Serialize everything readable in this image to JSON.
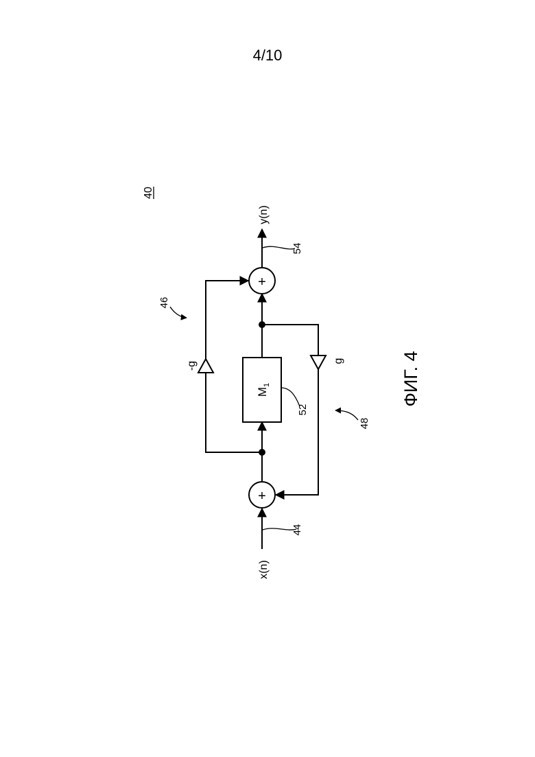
{
  "page": {
    "number": "4/10"
  },
  "figure": {
    "caption": "ФИГ. 4",
    "ref": "40",
    "input_label": "x(n)",
    "output_label": "y(n)",
    "block_label": "M",
    "block_subscript": "1",
    "adder_symbol": "+",
    "feedforward_gain": "-g",
    "feedback_gain": "g",
    "refs": {
      "input_line": "44",
      "feedforward_path": "46",
      "feedback_path": "48",
      "block": "52",
      "output_line": "54"
    }
  }
}
